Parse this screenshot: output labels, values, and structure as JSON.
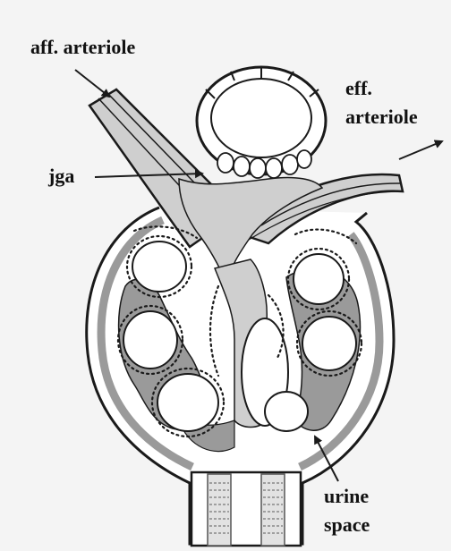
{
  "labels": {
    "aff_arteriole": "aff. arteriole",
    "eff_line1": "eff.",
    "eff_line2": "arteriole",
    "jga": "jga",
    "urine_line1": "urine",
    "urine_line2": "space"
  },
  "colors": {
    "background": "#f2f2f2",
    "paper": "#ffffff",
    "tissue_light": "#cfcfcf",
    "tissue_dark": "#9a9a9a",
    "outline": "#1a1a1a"
  }
}
